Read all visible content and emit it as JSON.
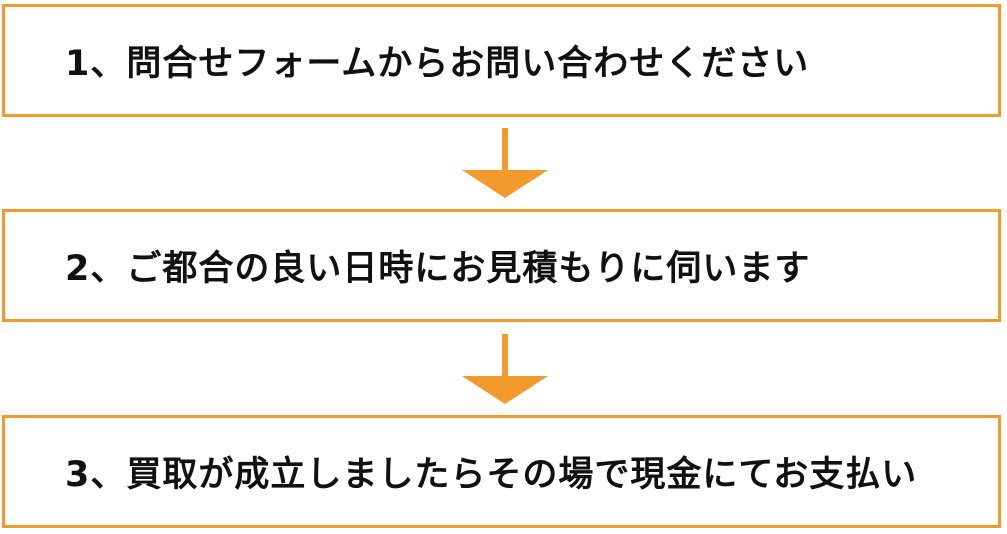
{
  "colors": {
    "accent": "#f39a2c",
    "text": "#111111",
    "background": "#ffffff"
  },
  "steps": [
    {
      "label": "1、問合せフォームからお問い合わせください"
    },
    {
      "label": "2、ご都合の良い日時にお見積もりに伺います"
    },
    {
      "label": "3、買取が成立しましたらその場で現金にてお支払い"
    }
  ],
  "arrows": [
    {
      "icon": "arrow-down-icon"
    },
    {
      "icon": "arrow-down-icon"
    }
  ]
}
